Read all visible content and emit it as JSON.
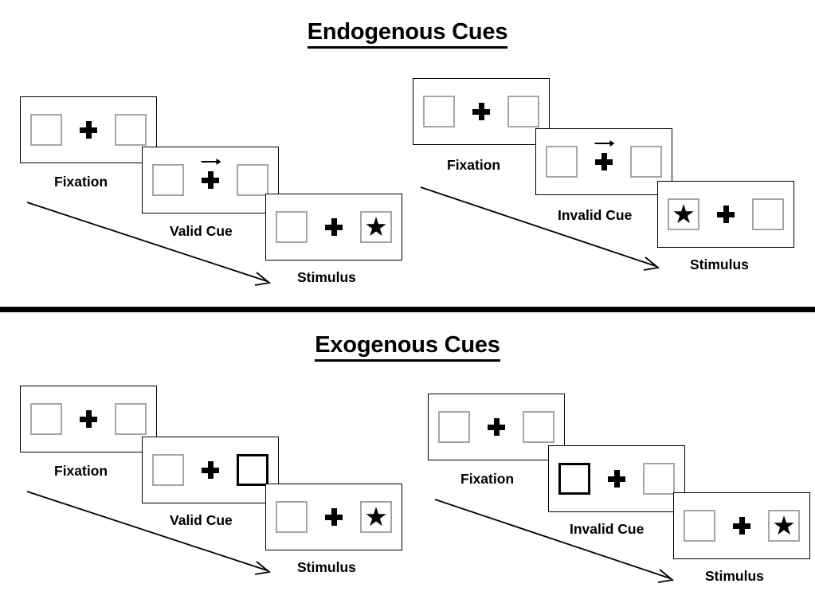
{
  "sections": [
    {
      "id": "endogenous",
      "title": "Endogenous Cues",
      "columns": [
        {
          "id": "endogenous-valid",
          "panels": [
            {
              "id": "fixation",
              "caption": "Fixation",
              "cue": "none",
              "left_content": "empty",
              "right_content": "empty"
            },
            {
              "id": "valid-cue",
              "caption": "Valid Cue",
              "cue": "arrow-right",
              "left_content": "empty",
              "right_content": "empty"
            },
            {
              "id": "stimulus",
              "caption": "Stimulus",
              "cue": "none",
              "left_content": "empty",
              "right_content": "star"
            }
          ]
        },
        {
          "id": "endogenous-invalid",
          "panels": [
            {
              "id": "fixation",
              "caption": "Fixation",
              "cue": "none",
              "left_content": "empty",
              "right_content": "empty"
            },
            {
              "id": "invalid-cue",
              "caption": "Invalid Cue",
              "cue": "arrow-right",
              "left_content": "empty",
              "right_content": "empty"
            },
            {
              "id": "stimulus",
              "caption": "Stimulus",
              "cue": "none",
              "left_content": "star",
              "right_content": "empty"
            }
          ]
        }
      ]
    },
    {
      "id": "exogenous",
      "title": "Exogenous Cues",
      "columns": [
        {
          "id": "exogenous-valid",
          "panels": [
            {
              "id": "fixation",
              "caption": "Fixation",
              "cue": "none",
              "left_content": "empty",
              "right_content": "empty"
            },
            {
              "id": "valid-cue",
              "caption": "Valid Cue",
              "cue": "box-highlight-right",
              "left_content": "empty",
              "right_content": "empty"
            },
            {
              "id": "stimulus",
              "caption": "Stimulus",
              "cue": "none",
              "left_content": "empty",
              "right_content": "star"
            }
          ]
        },
        {
          "id": "exogenous-invalid",
          "panels": [
            {
              "id": "fixation",
              "caption": "Fixation",
              "cue": "none",
              "left_content": "empty",
              "right_content": "empty"
            },
            {
              "id": "invalid-cue",
              "caption": "Invalid Cue",
              "cue": "box-highlight-left",
              "left_content": "empty",
              "right_content": "empty"
            },
            {
              "id": "stimulus",
              "caption": "Stimulus",
              "cue": "none",
              "left_content": "empty",
              "right_content": "star"
            }
          ]
        }
      ]
    }
  ],
  "glyphs": {
    "star": "★"
  },
  "colors": {
    "panel_border": "#000000",
    "box_border": "#a6a6a6",
    "cue_box_border": "#000000",
    "text": "#000000",
    "divider": "#000000",
    "background": "#ffffff"
  },
  "captions": {
    "fixation": "Fixation",
    "valid_cue": "Valid Cue",
    "invalid_cue": "Invalid Cue",
    "stimulus": "Stimulus"
  },
  "titles": {
    "endogenous": "Endogenous Cues",
    "exogenous": "Exogenous Cues"
  }
}
